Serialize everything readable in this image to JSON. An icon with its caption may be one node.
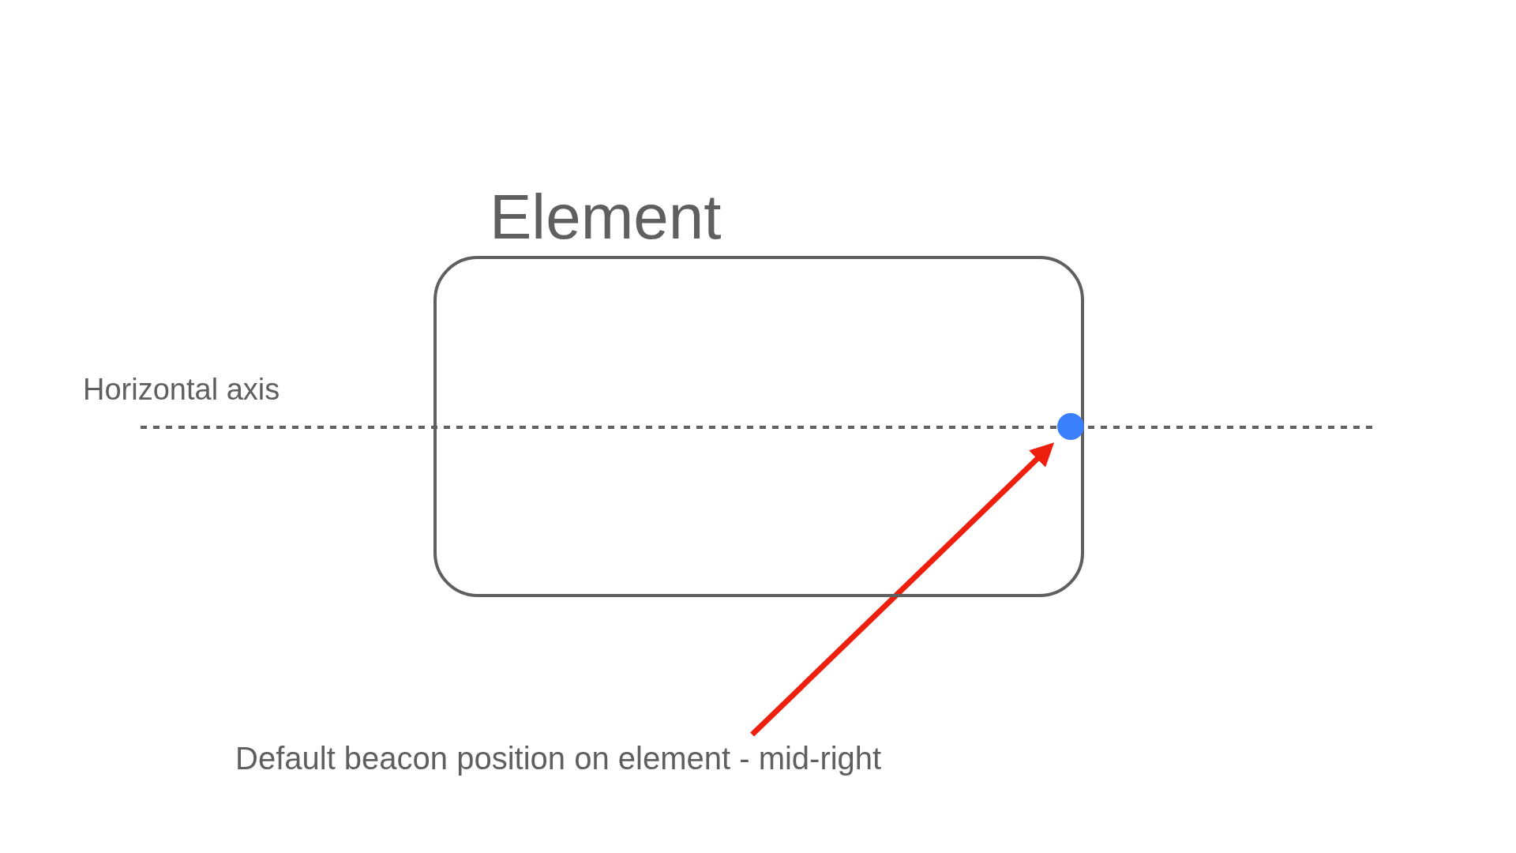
{
  "diagram": {
    "nodes": [
      {
        "text": [
          "Element"
        ]
      },
      {
        "text": [],
        "shape": "circle",
        "in": 0
      },
      {
        "text": [
          "Default beacon position on element - mid-right"
        ]
      }
    ],
    "edges": [
      {
        "from": 2,
        "to": 1,
        "arrow": "to",
        "color": "#ee1f0d"
      }
    ],
    "labels": [
      "Horizontal axis"
    ]
  }
}
